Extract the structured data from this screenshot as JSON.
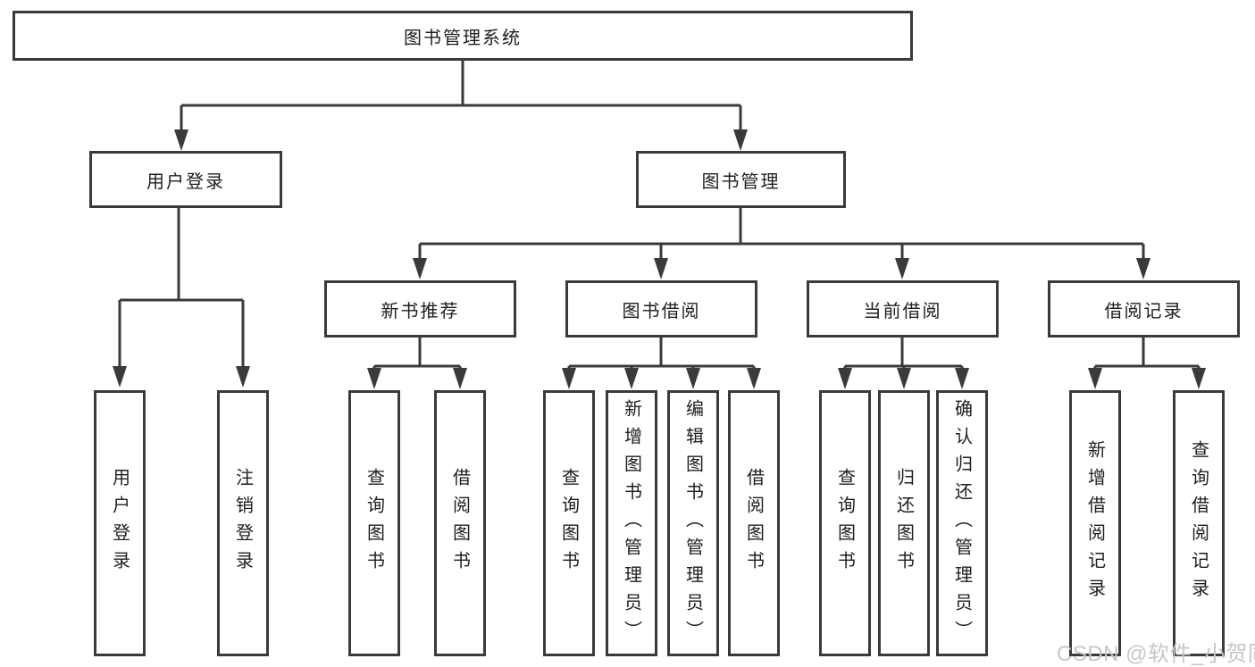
{
  "diagram": {
    "root": {
      "label": "图书管理系统"
    },
    "user_login": {
      "label": "用户登录",
      "children": {
        "login": {
          "label": "用户登录"
        },
        "logout": {
          "label": "注销登录"
        }
      }
    },
    "book_management": {
      "label": "图书管理",
      "children": {
        "new_book_recommend": {
          "label": "新书推荐",
          "children": {
            "query_books": {
              "label": "查询图书"
            },
            "borrow_books": {
              "label": "借阅图书"
            }
          }
        },
        "book_borrowing": {
          "label": "图书借阅",
          "children": {
            "query_books": {
              "label": "查询图书"
            },
            "add_books_admin": {
              "label": "新增图书（管理员）"
            },
            "edit_books_admin": {
              "label": "编辑图书（管理员）"
            },
            "borrow_books": {
              "label": "借阅图书"
            }
          }
        },
        "current_borrowing": {
          "label": "当前借阅",
          "children": {
            "query_books": {
              "label": "查询图书"
            },
            "return_books": {
              "label": "归还图书"
            },
            "confirm_return_admin": {
              "label": "确认归还（管理员）"
            }
          }
        },
        "borrowing_records": {
          "label": "借阅记录",
          "children": {
            "add_record": {
              "label": "新增借阅记录"
            },
            "query_record": {
              "label": "查询借阅记录"
            }
          }
        }
      }
    }
  },
  "watermark": {
    "text": "CSDN @软件_小贺同学"
  },
  "colors": {
    "line": "#3a3a3a",
    "box_border": "#3a3a3a",
    "box_fill": "#ffffff",
    "text": "#1e1e1e",
    "watermark": "#c7c7c7",
    "background": "#ffffff"
  }
}
